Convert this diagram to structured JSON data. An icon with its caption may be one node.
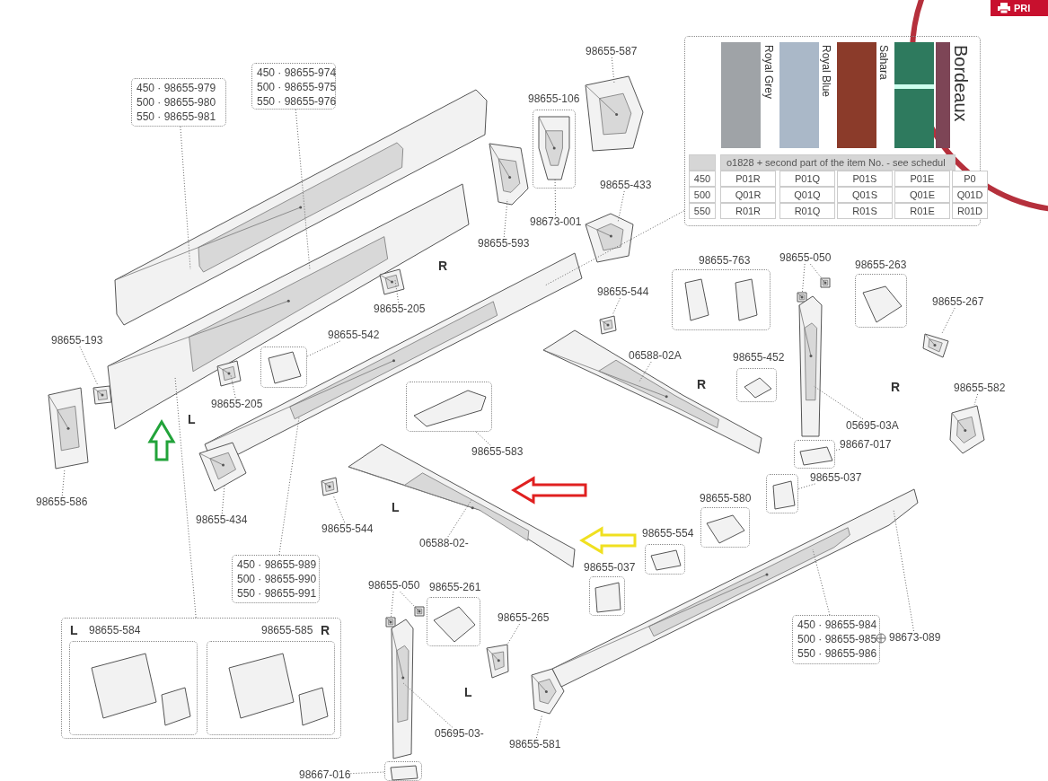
{
  "diagram": {
    "nodes": [
      {
        "text": [
          "450 · 98655-979",
          "500 · 98655-980",
          "550 · 98655-981"
        ]
      },
      {
        "text": [],
        "shape": "picture"
      },
      {
        "text": [
          "450 · 98655-974",
          "500 · 98655-975",
          "550 · 98655-976"
        ]
      },
      {
        "text": [],
        "shape": "picture"
      },
      {
        "text": [
          "98655-193"
        ]
      },
      {
        "text": [],
        "shape": "picture"
      },
      {
        "text": [
          "98655-586"
        ]
      },
      {
        "text": [],
        "shape": "picture"
      },
      {
        "text": [
          "98655-205"
        ]
      },
      {
        "text": [],
        "shape": "picture"
      },
      {
        "text": [
          "98655-205"
        ]
      },
      {
        "text": [],
        "shape": "picture"
      },
      {
        "text": [
          "98655-542"
        ]
      },
      {
        "text": [],
        "shape": "box"
      },
      {
        "text": [
          "98655-106"
        ]
      },
      {
        "text": [],
        "shape": "picture",
        "in": 14
      },
      {
        "text": [
          "98673-001"
        ]
      },
      {
        "text": [
          "98655-587"
        ]
      },
      {
        "text": [],
        "shape": "picture"
      },
      {
        "text": [
          "98655-593"
        ]
      },
      {
        "text": [],
        "shape": "picture"
      },
      {
        "text": [
          "98655-433"
        ]
      },
      {
        "text": [],
        "shape": "picture"
      },
      {
        "text": [],
        "shape": "picture"
      },
      {
        "text": [
          "450 · 98655-989",
          "500 · 98655-990",
          "550 · 98655-991"
        ]
      },
      {
        "text": [],
        "shape": "box"
      },
      {
        "text": [
          "98655-434"
        ]
      },
      {
        "text": [],
        "shape": "picture"
      },
      {
        "text": [],
        "shape": "box"
      },
      {
        "text": [
          "98655-583"
        ]
      },
      {
        "text": [
          "98655-544"
        ]
      },
      {
        "text": [],
        "shape": "picture"
      },
      {
        "text": [
          "06588-02A"
        ]
      },
      {
        "text": [],
        "shape": "picture"
      },
      {
        "text": [
          "98655-763"
        ]
      },
      {
        "text": [
          "98655-050"
        ]
      },
      {
        "text": [],
        "shape": "picture"
      },
      {
        "text": [],
        "shape": "picture"
      },
      {
        "text": [],
        "shape": "picture"
      },
      {
        "text": [
          "05695-03A"
        ]
      },
      {
        "text": [],
        "shape": "box"
      },
      {
        "text": [
          "98667-017"
        ]
      },
      {
        "text": [
          "98655-263"
        ]
      },
      {
        "text": [
          "98655-267"
        ]
      },
      {
        "text": [],
        "shape": "picture"
      },
      {
        "text": [
          "98655-452"
        ]
      },
      {
        "text": [
          "98655-582"
        ]
      },
      {
        "text": [],
        "shape": "picture"
      },
      {
        "text": [],
        "shape": "box"
      },
      {
        "text": [
          "98655-037"
        ]
      },
      {
        "text": [
          "98655-580"
        ]
      },
      {
        "text": [
          "98655-554"
        ]
      },
      {
        "text": [
          "98655-037"
        ]
      },
      {
        "text": [
          "98655-544"
        ]
      },
      {
        "text": [],
        "shape": "picture"
      },
      {
        "text": [],
        "shape": "picture"
      },
      {
        "text": [
          "06588-02-"
        ]
      },
      {
        "text": [],
        "shape": "box"
      },
      {
        "text": [
          "98655-584"
        ],
        "in": 57
      },
      {
        "text": [
          "98655-585"
        ],
        "in": 57
      },
      {
        "text": [
          "98655-050"
        ]
      },
      {
        "text": [],
        "shape": "picture"
      },
      {
        "text": [],
        "shape": "picture"
      },
      {
        "text": [],
        "shape": "picture"
      },
      {
        "text": [
          "05695-03-"
        ]
      },
      {
        "text": [],
        "shape": "box"
      },
      {
        "text": [
          "98667-016"
        ]
      },
      {
        "text": [
          "98655-261"
        ]
      },
      {
        "text": [
          "98655-265"
        ]
      },
      {
        "text": [],
        "shape": "picture"
      },
      {
        "text": [
          "98655-581"
        ]
      },
      {
        "text": [],
        "shape": "picture"
      },
      {
        "text": [],
        "shape": "picture"
      },
      {
        "text": [
          "450 · 98655-984",
          "500 · 98655-985",
          "550 · 98655-986"
        ]
      },
      {
        "text": [
          "98673-089"
        ]
      }
    ],
    "edges": [
      {
        "from": 0,
        "to": 1,
        "arrow": "none"
      },
      {
        "from": 2,
        "to": 3,
        "arrow": "none"
      },
      {
        "from": 4,
        "to": 5,
        "arrow": "none"
      },
      {
        "from": 6,
        "to": 7,
        "arrow": "none"
      },
      {
        "from": 8,
        "to": 9,
        "arrow": "none"
      },
      {
        "from": 10,
        "to": 11,
        "arrow": "none"
      },
      {
        "from": 12,
        "to": 13,
        "arrow": "none"
      },
      {
        "from": 16,
        "to": 15,
        "arrow": "none"
      },
      {
        "from": 17,
        "to": 18,
        "arrow": "none"
      },
      {
        "from": 19,
        "to": 20,
        "arrow": "none"
      },
      {
        "from": 21,
        "to": 22,
        "arrow": "none"
      },
      {
        "from": 24,
        "to": 23,
        "arrow": "none"
      },
      {
        "from": 25,
        "to": 23,
        "arrow": "none"
      },
      {
        "from": 26,
        "to": 27,
        "arrow": "none"
      },
      {
        "from": 29,
        "to": 28,
        "arrow": "none"
      },
      {
        "from": 30,
        "to": 31,
        "arrow": "none"
      },
      {
        "from": 32,
        "to": 33,
        "arrow": "none"
      },
      {
        "from": 35,
        "to": 36,
        "arrow": "none"
      },
      {
        "from": 35,
        "to": 37,
        "arrow": "none"
      },
      {
        "from": 39,
        "to": 38,
        "arrow": "none"
      },
      {
        "from": 41,
        "to": 40,
        "arrow": "none"
      },
      {
        "from": 43,
        "to": 44,
        "arrow": "none"
      },
      {
        "from": 46,
        "to": 47,
        "arrow": "none"
      },
      {
        "from": 49,
        "to": 48,
        "arrow": "none"
      },
      {
        "from": 53,
        "to": 54,
        "arrow": "none"
      },
      {
        "from": 56,
        "to": 55,
        "arrow": "none"
      },
      {
        "from": 57,
        "to": 3,
        "arrow": "none"
      },
      {
        "from": 60,
        "to": 61,
        "arrow": "none"
      },
      {
        "from": 60,
        "to": 62,
        "arrow": "none"
      },
      {
        "from": 64,
        "to": 63,
        "arrow": "none"
      },
      {
        "from": 66,
        "to": 65,
        "arrow": "none"
      },
      {
        "from": 68,
        "to": 69,
        "arrow": "none"
      },
      {
        "from": 70,
        "to": 71,
        "arrow": "none"
      },
      {
        "from": 73,
        "to": 72,
        "arrow": "none"
      },
      {
        "from": 74,
        "to": 72,
        "arrow": "none"
      },
      {
        "from": null,
        "to": 3,
        "arrow": "to",
        "style": "thick",
        "color": "#22a33a"
      },
      {
        "from": null,
        "to": 55,
        "arrow": "to",
        "style": "thick",
        "color": "#e02020"
      },
      {
        "from": null,
        "to": 55,
        "arrow": "to",
        "style": "thick",
        "color": "#f0e020"
      }
    ],
    "labels": [
      "PRI",
      "o1828 + second part of the item No. - see schedul",
      "450",
      "P01R",
      "P01Q",
      "P01S",
      "P01E",
      "P0",
      "500",
      "Q01R",
      "Q01Q",
      "Q01S",
      "Q01E",
      "Q01D",
      "550",
      "R01R",
      "R01Q",
      "R01S",
      "R01E",
      "R01D",
      "R",
      "L",
      "R",
      "R",
      "L",
      "L",
      "L",
      "R"
    ],
    "legend": [
      {
        "text": "Royal Grey",
        "color": "#9fa3a7"
      },
      {
        "text": "Royal Blue",
        "color": "#aab8c8"
      },
      {
        "text": "Sahara",
        "color": "#8b3b2a"
      },
      {
        "text": "Bordeaux",
        "color": "#7d4556"
      }
    ]
  }
}
